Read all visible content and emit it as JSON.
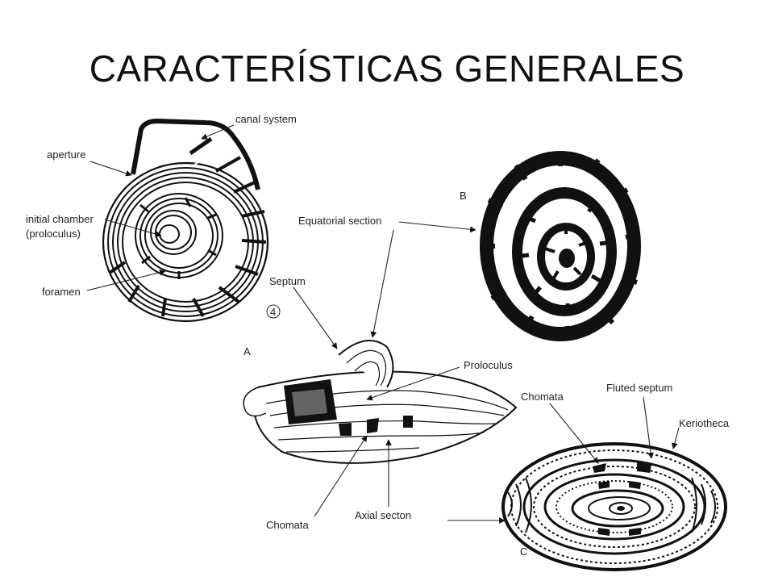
{
  "slide": {
    "title": "CARACTERÍSTICAS GENERALES"
  },
  "figure_1": {
    "labels": {
      "canal_system": "canal system",
      "aperture": "aperture",
      "initial_chamber": "initial chamber",
      "proloculus": "(proloculus)",
      "foramen": "foramen"
    }
  },
  "figure_2": {
    "number": "4",
    "panel_a": "A",
    "panel_b": "B",
    "panel_c": "C",
    "labels": {
      "equatorial_section": "Equatorial section",
      "septum": "Septum",
      "proloculus": "Proloculus",
      "chomata_a": "Chomata",
      "axial_section": "Axial secton",
      "chomata_c": "Chomata",
      "fluted_septum": "Fluted septum",
      "keriotheca": "Keriotheca"
    }
  }
}
